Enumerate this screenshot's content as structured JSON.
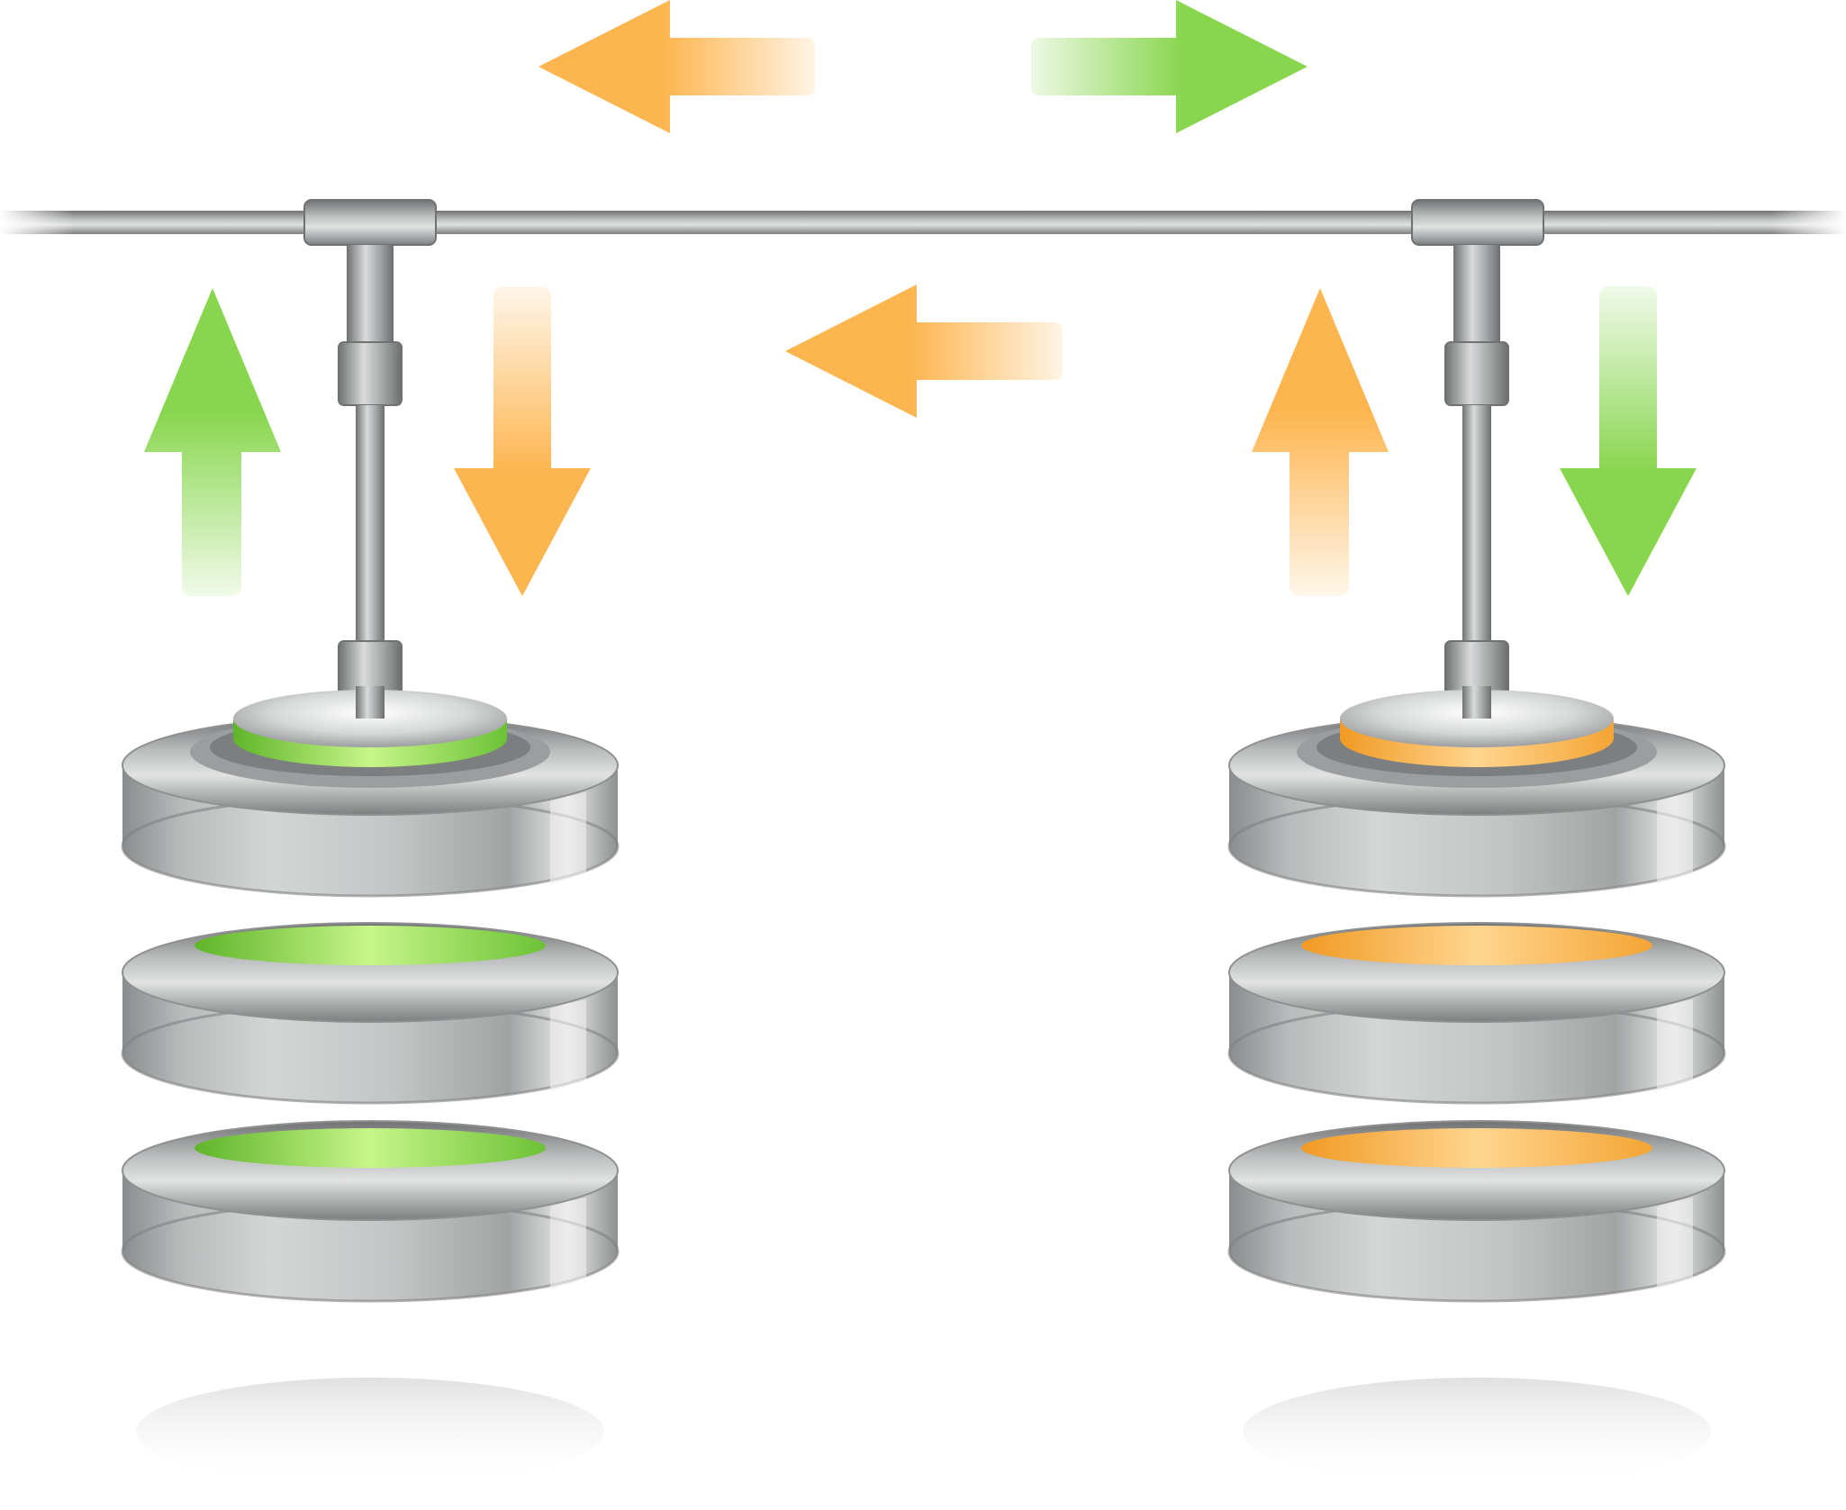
{
  "colors": {
    "background": "#ffffff",
    "green": "#8fd957",
    "green_light": "#c9f08f",
    "orange": "#fdb857",
    "orange_light": "#ffd58c",
    "metal_dark": "#7d7f80",
    "metal_mid": "#a9acad",
    "metal_light": "#e7e8e8"
  },
  "diagram": {
    "nodes": [
      {
        "id": "database-left",
        "icon": "database-icon",
        "accent": "green"
      },
      {
        "id": "database-right",
        "icon": "database-icon",
        "accent": "orange"
      }
    ],
    "bus": {
      "icon": "network-bus-pipe",
      "connectors": 2
    },
    "arrows": [
      {
        "id": "arrow-top-left",
        "direction": "left",
        "color": "orange"
      },
      {
        "id": "arrow-top-right",
        "direction": "right",
        "color": "green"
      },
      {
        "id": "arrow-middle",
        "direction": "left",
        "color": "orange"
      },
      {
        "id": "arrow-left-up",
        "direction": "up",
        "color": "green"
      },
      {
        "id": "arrow-left-down",
        "direction": "down",
        "color": "orange"
      },
      {
        "id": "arrow-right-up",
        "direction": "up",
        "color": "orange"
      },
      {
        "id": "arrow-right-down",
        "direction": "down",
        "color": "green"
      }
    ]
  }
}
